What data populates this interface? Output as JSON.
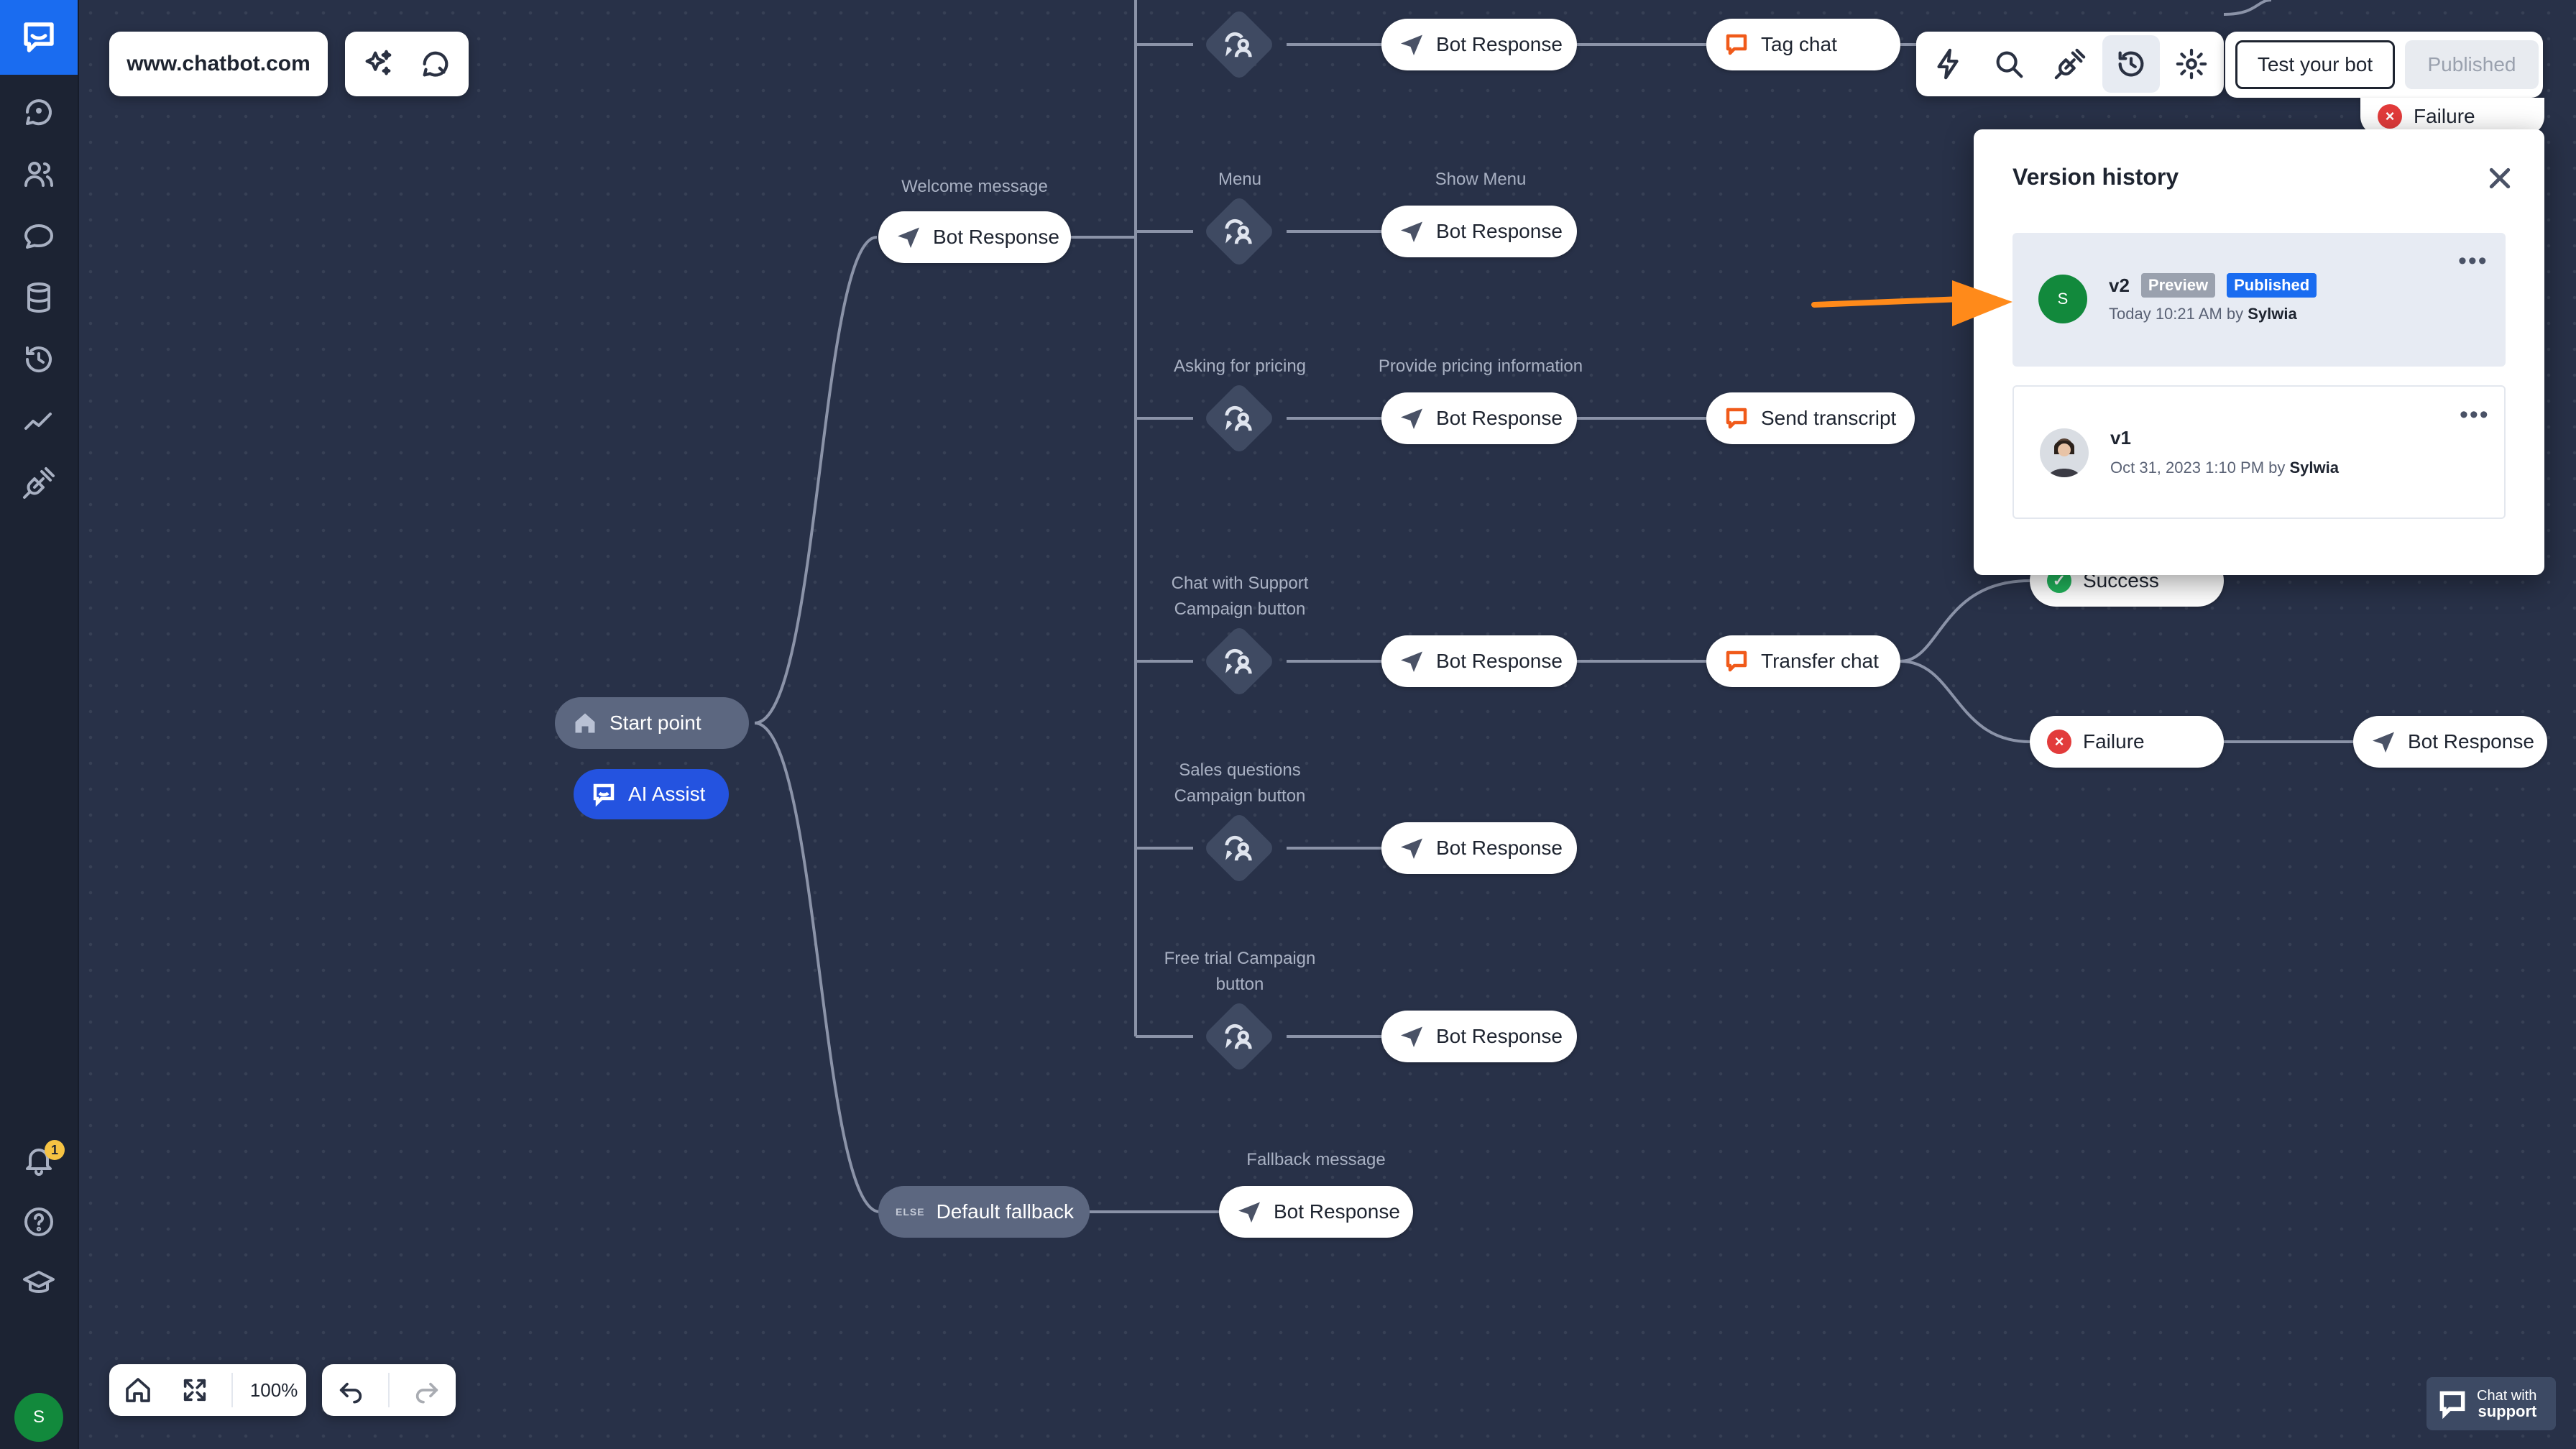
{
  "header": {
    "site": "www.chatbot.com",
    "test_label": "Test your bot",
    "published_label": "Published"
  },
  "sidebar": {
    "notification_count": "1",
    "user_initial": "S"
  },
  "canvas": {
    "start": "Start point",
    "ai_assist": "AI Assist",
    "default_fallback": "Default fallback",
    "else_tag": "ELSE",
    "labels": {
      "welcome": "Welcome message",
      "menu": "Menu",
      "show_menu": "Show Menu",
      "pricing": "Asking for pricing",
      "pricing_info": "Provide pricing information",
      "support": "Chat with Support\nCampaign button",
      "sales": "Sales questions\nCampaign button",
      "trial": "Free trial Campaign\nbutton",
      "fallback_msg": "Fallback message"
    },
    "nodes": {
      "bot_response": "Bot Response",
      "tag_chat": "Tag chat",
      "send_transcript": "Send transcript",
      "transfer_chat": "Transfer chat",
      "success": "Success",
      "failure": "Failure"
    }
  },
  "version_history": {
    "title": "Version history",
    "versions": [
      {
        "name": "v2",
        "badges": [
          "Preview",
          "Published"
        ],
        "date": "Today 10:21 AM by",
        "author": "Sylwia",
        "avatar": "S"
      },
      {
        "name": "v1",
        "date": "Oct 31, 2023 1:10 PM by",
        "author": "Sylwia"
      }
    ]
  },
  "bottom": {
    "zoom": "100%",
    "support_line1": "Chat with",
    "support_line2": "support"
  },
  "colors": {
    "canvas": "#283148",
    "accent": "#1a6cf0",
    "arrow": "#ff8a1a",
    "success": "#21b35b",
    "failure": "#e23b3b"
  }
}
